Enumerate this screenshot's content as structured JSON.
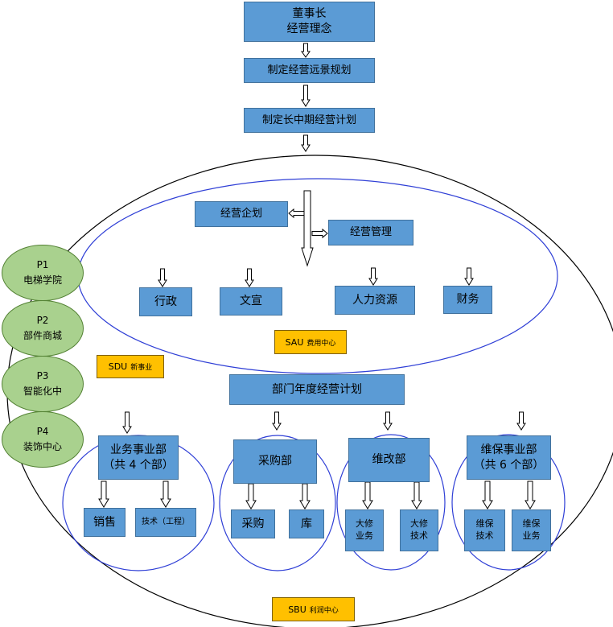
{
  "top_chain": {
    "chairman_line1": "董事长",
    "chairman_line2": "经营理念",
    "vision_plan": "制定经营远景规划",
    "mid_long_plan": "制定长中期经营计划"
  },
  "sau": {
    "planning": "经营企划",
    "management": "经营管理",
    "admin": "行政",
    "publicity": "文宣",
    "hr": "人力资源",
    "finance": "财务",
    "tag_code": "SAU",
    "tag_label": "费用中心"
  },
  "sdu": {
    "tag_code": "SDU",
    "tag_label": "新事业"
  },
  "sbu": {
    "annual_plan": "部门年度经营计划",
    "tag_code": "SBU",
    "tag_label": "利润中心",
    "business": {
      "line1": "业务事业部",
      "line2": "（共 4 个部）",
      "sales": "销售",
      "tech": "技术（工程）"
    },
    "purchasing": {
      "title": "采购部",
      "purchase": "采购",
      "warehouse": "库"
    },
    "renovation": {
      "title": "维改部",
      "overhaul_ops_1": "大修",
      "overhaul_ops_2": "业务",
      "overhaul_tech_1": "大修",
      "overhaul_tech_2": "技术"
    },
    "maintenance": {
      "line1": "维保事业部",
      "line2": "（共 6 个部）",
      "tech_1": "维保",
      "tech_2": "技术",
      "ops_1": "维保",
      "ops_2": "业务"
    }
  },
  "projects": [
    {
      "code": "P1",
      "name": "电梯学院"
    },
    {
      "code": "P2",
      "name": "部件商城"
    },
    {
      "code": "P3",
      "name": "智能化中"
    },
    {
      "code": "P4",
      "name": "装饰中心"
    }
  ],
  "colors": {
    "box_fill": "#5b9bd5",
    "box_border": "#41719c",
    "tag_fill": "#ffc000",
    "pill_fill": "#a9d18e",
    "blue_ring": "#2f3fd6",
    "black_ring": "#000000"
  }
}
